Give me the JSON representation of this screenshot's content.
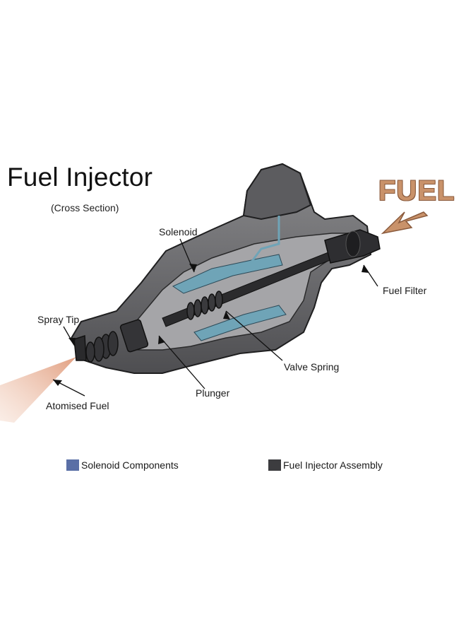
{
  "title": "Fuel Injector",
  "subtitle": "(Cross Section)",
  "fuel_word": "FUEL",
  "labels": {
    "solenoid": "Solenoid",
    "fuel_filter": "Fuel Filter",
    "spray_tip": "Spray Tip",
    "valve_spring": "Valve Spring",
    "plunger": "Plunger",
    "atomised_fuel": "Atomised Fuel"
  },
  "legend": [
    {
      "label": "Solenoid Components",
      "color": "#5a6fa6"
    },
    {
      "label": "Fuel Injector Assembly",
      "color": "#3c3c3f"
    }
  ],
  "colors": {
    "body": "#6e6e70",
    "body_dark": "#3b3b3d",
    "cut": "#a8a8aa",
    "solenoid": "#6fa4b7",
    "fuel_arrow": "#c9926a",
    "spray": "#e8b49a"
  }
}
